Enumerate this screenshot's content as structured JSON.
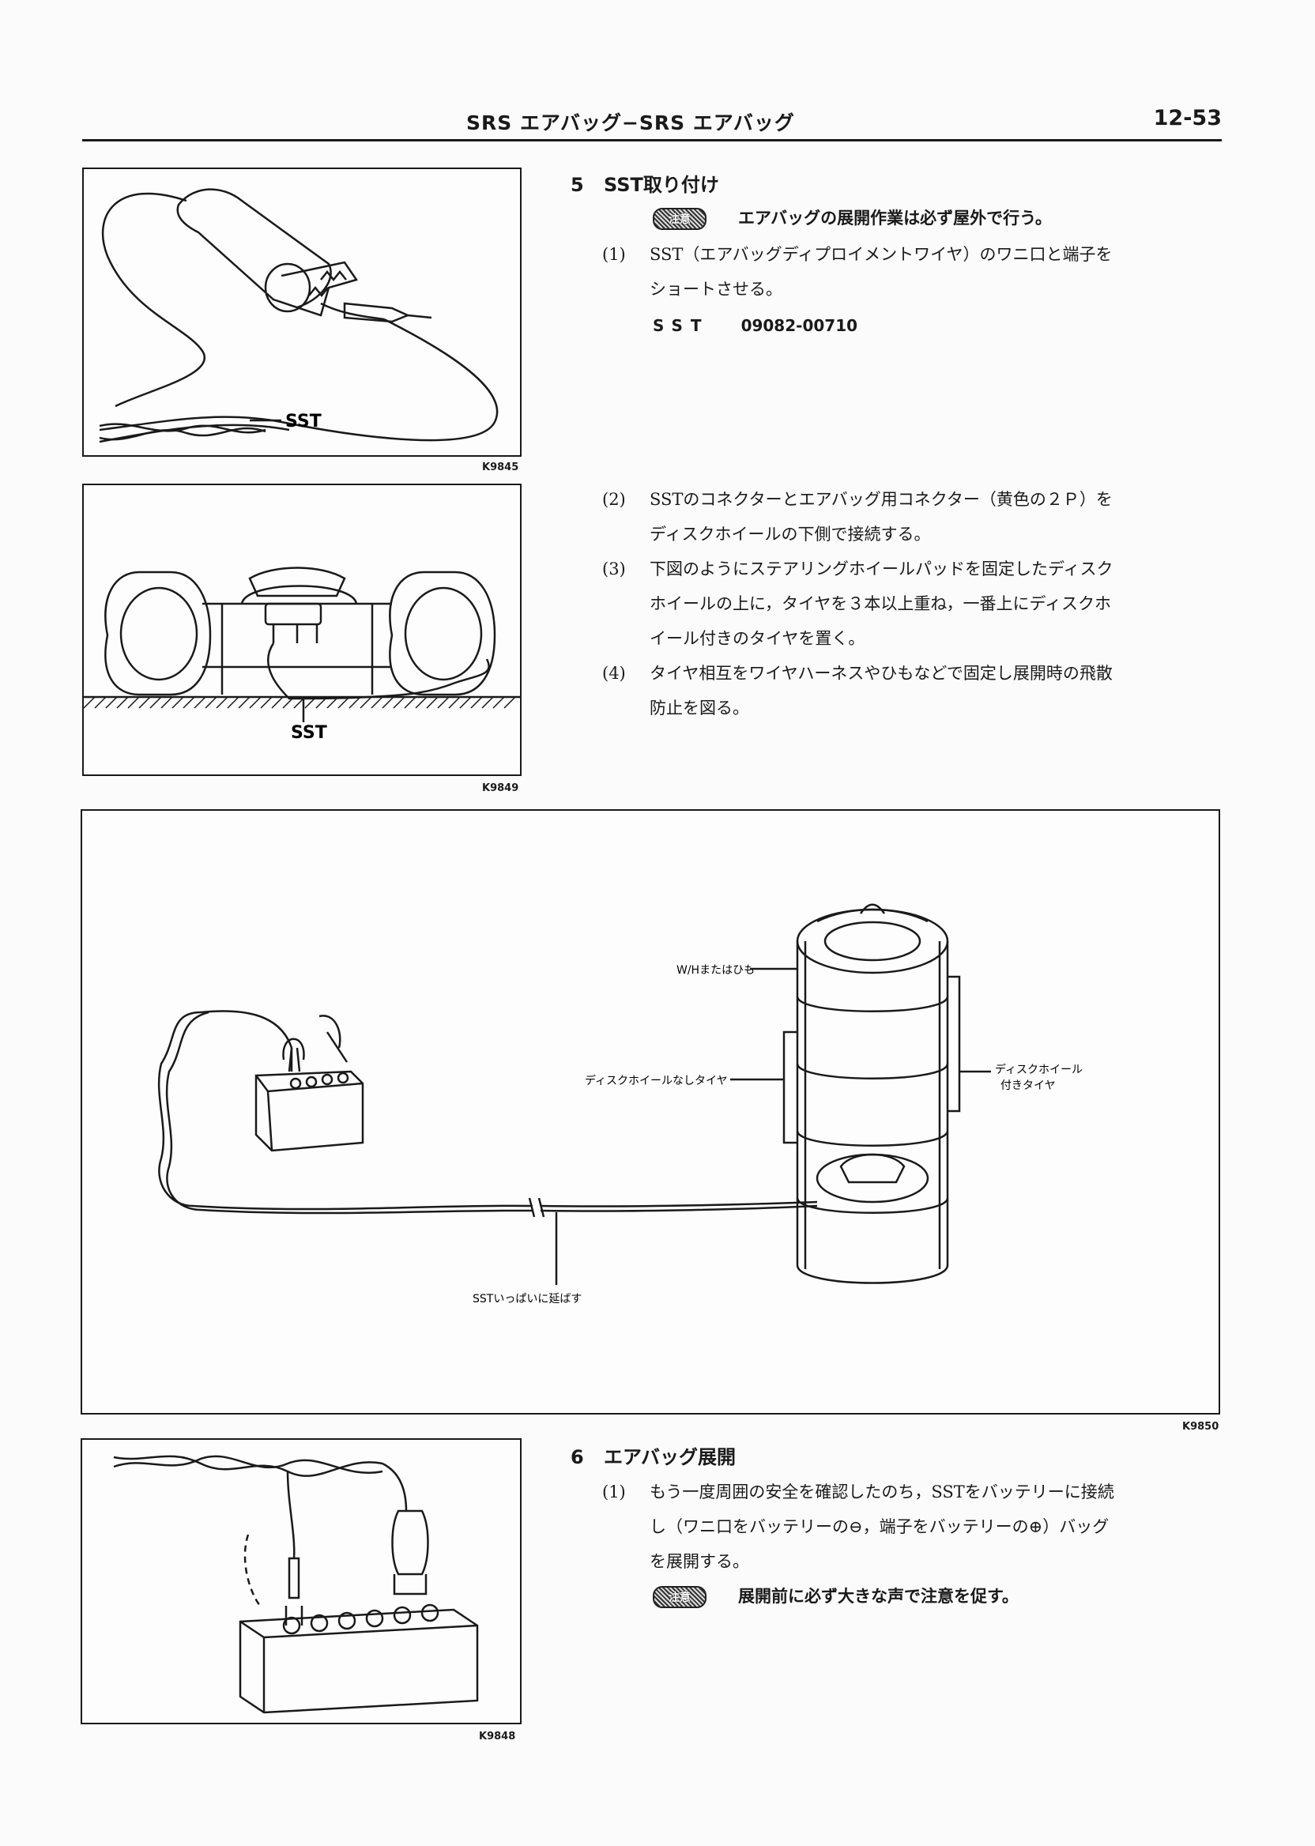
{
  "header": {
    "title": "SRS エアバッグ−SRS エアバッグ",
    "page_number": "12-53"
  },
  "figures": {
    "k9845": {
      "code": "K9845",
      "label": "SST"
    },
    "k9849": {
      "code": "K9849",
      "label": "SST"
    },
    "k9850": {
      "code": "K9850",
      "label_wh": "W/Hまたはひも",
      "label_no_disc": "ディスクホイールなしタイヤ",
      "label_disc_1": "ディスクホイール",
      "label_disc_2": "付きタイヤ",
      "label_sst": "SSTいっぱいに延ばす"
    },
    "k9848": {
      "code": "K9848"
    }
  },
  "section5": {
    "number": "5",
    "title": "SST取り付け",
    "caution_badge": "注意",
    "caution_text": "エアバッグの展開作業は必ず屋外で行う。",
    "steps": [
      {
        "num": "(1)",
        "line1": "SST（エアバッグディプロイメントワイヤ）のワニ口と端子を",
        "line2": "ショートさせる。"
      },
      {
        "num": "(2)",
        "line1": "SSTのコネクターとエアバッグ用コネクター（黄色の２Ｐ）を",
        "line2": "ディスクホイールの下側で接続する。"
      },
      {
        "num": "(3)",
        "line1": "下図のようにステアリングホイールパッドを固定したディスク",
        "line2": "ホイールの上に，タイヤを３本以上重ね，一番上にディスクホ",
        "line3": "イール付きのタイヤを置く。"
      },
      {
        "num": "(4)",
        "line1": "タイヤ相互をワイヤハーネスやひもなどで固定し展開時の飛散",
        "line2": "防止を図る。"
      }
    ],
    "sst_label": "SST",
    "sst_number": "09082-00710"
  },
  "section6": {
    "number": "6",
    "title": "エアバッグ展開",
    "steps": [
      {
        "num": "(1)",
        "line1": "もう一度周囲の安全を確認したのち，SSTをバッテリーに接続",
        "line2": "し（ワニ口をバッテリーの⊖，端子をバッテリーの⊕）バッグ",
        "line3": "を展開する。"
      }
    ],
    "caution_badge": "注意",
    "caution_text": "展開前に必ず大きな声で注意を促す。"
  }
}
